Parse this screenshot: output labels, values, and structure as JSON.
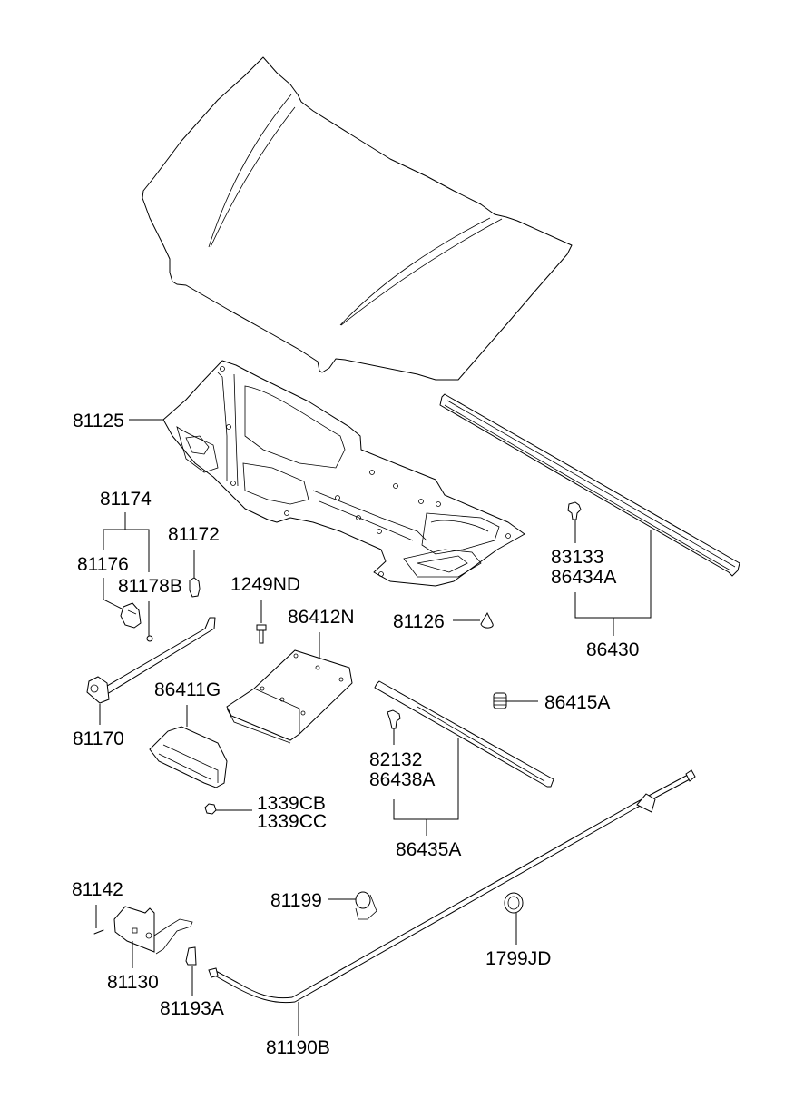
{
  "diagram": {
    "title": "Hood panel & latch parts exploded view",
    "colors": {
      "line": "#000000",
      "background": "#ffffff"
    },
    "labels": {
      "p81125": "81125",
      "p81174": "81174",
      "p81176": "81176",
      "p81178B": "81178B",
      "p81172": "81172",
      "p1249ND": "1249ND",
      "p86412N": "86412N",
      "p81126": "81126",
      "p83133": "83133",
      "p86434A": "86434A",
      "p86430": "86430",
      "p81170": "81170",
      "p86411G": "86411G",
      "p86415A": "86415A",
      "p82132": "82132",
      "p86438A": "86438A",
      "p1339CB": "1339CB",
      "p1339CC": "1339CC",
      "p86435A": "86435A",
      "p81142": "81142",
      "p81199": "81199",
      "p81130": "81130",
      "p1799JD": "1799JD",
      "p81193A": "81193A",
      "p81190B": "81190B"
    }
  }
}
